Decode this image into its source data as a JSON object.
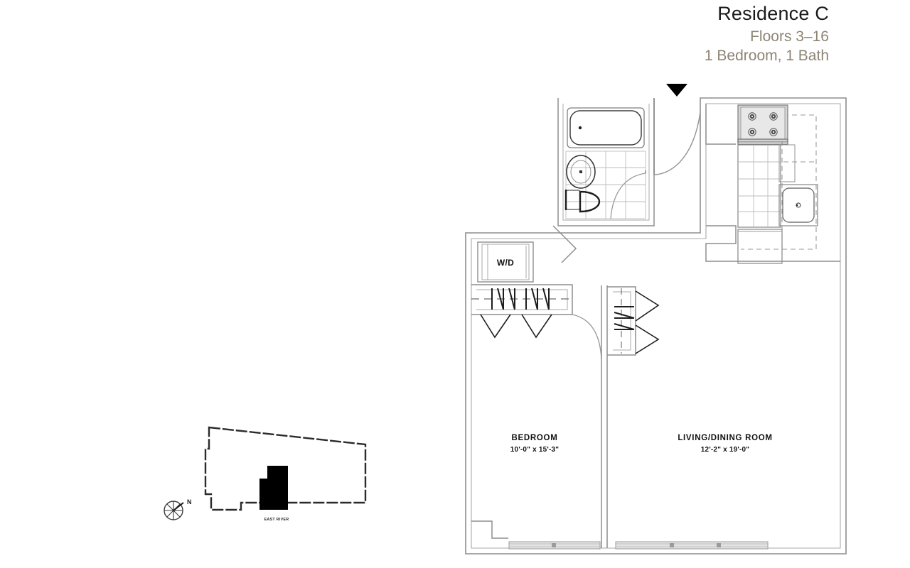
{
  "header": {
    "title": "Residence C",
    "floors": "Floors 3–16",
    "beds_baths": "1 Bedroom, 1 Bath",
    "title_color": "#1a1a1a",
    "subtitle_color": "#8c8573"
  },
  "floorplan": {
    "line_color": "#8a8a8a",
    "wall_color": "#9a9a9a",
    "fixture_color": "#999999",
    "marker_color": "#000000",
    "rooms": [
      {
        "id": "bedroom",
        "name": "BEDROOM",
        "dimensions": "10'-0\" x 15'-3\""
      },
      {
        "id": "living-dining",
        "name": "LIVING/DINING ROOM",
        "dimensions": "12'-2\" x 19'-0\""
      }
    ],
    "appliances": [
      {
        "id": "washer-dryer",
        "label": "W/D"
      }
    ],
    "fixtures": [
      "bathtub",
      "bathroom-sink",
      "toilet",
      "tile-floor",
      "kitchen-range",
      "kitchen-sink",
      "kitchen-counter",
      "upper-cabinets"
    ],
    "features": [
      "entry-door",
      "entry-marker",
      "bathroom-door",
      "bedroom-door",
      "bedroom-closet",
      "living-closet",
      "bedroom-window",
      "living-window"
    ]
  },
  "keyplan": {
    "caption": "EAST RIVER",
    "compass_label": "N",
    "outline_color": "#2b2b2b",
    "unit_fill": "#000000"
  }
}
